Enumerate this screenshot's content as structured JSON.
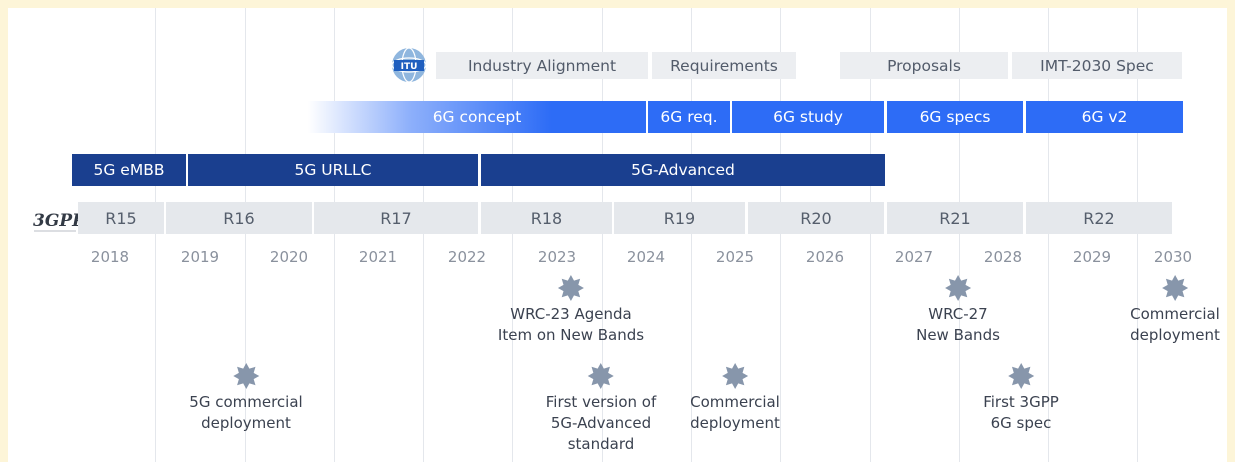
{
  "itu_logo_text": "ITU",
  "gpp_logo_text": "3GPP",
  "itu_phases": [
    "Industry Alignment",
    "Requirements",
    "Proposals",
    "IMT-2030 Spec"
  ],
  "g6_phases": [
    "6G concept",
    "6G req.",
    "6G study",
    "6G specs",
    "6G v2"
  ],
  "g5_phases": [
    "5G eMBB",
    "5G URLLC",
    "5G-Advanced"
  ],
  "releases": [
    "R15",
    "R16",
    "R17",
    "R18",
    "R19",
    "R20",
    "R21",
    "R22"
  ],
  "years": [
    "2018",
    "2019",
    "2020",
    "2021",
    "2022",
    "2023",
    "2024",
    "2025",
    "2026",
    "2027",
    "2028",
    "2029",
    "2030"
  ],
  "events": {
    "wrc23": [
      "WRC-23 Agenda",
      "Item on New Bands"
    ],
    "wrc27": [
      "WRC-27",
      "New Bands"
    ],
    "comm_2030": [
      "Commercial",
      "deployment"
    ],
    "comm_5g": [
      "5G commercial",
      "deployment"
    ],
    "first_5ga": [
      "First version of",
      "5G-Advanced",
      "standard"
    ],
    "comm_2025": [
      "Commercial",
      "deployment"
    ],
    "first_6g": [
      "First 3GPP",
      "6G spec"
    ]
  },
  "colors": {
    "page_border": "#fdf5d8",
    "itu_bar": "#eceef1",
    "g6_bar": "#2d6cf6",
    "g5_bar": "#1a3f8f",
    "release_bar": "#e5e8ec",
    "event_star": "#8796ab"
  }
}
